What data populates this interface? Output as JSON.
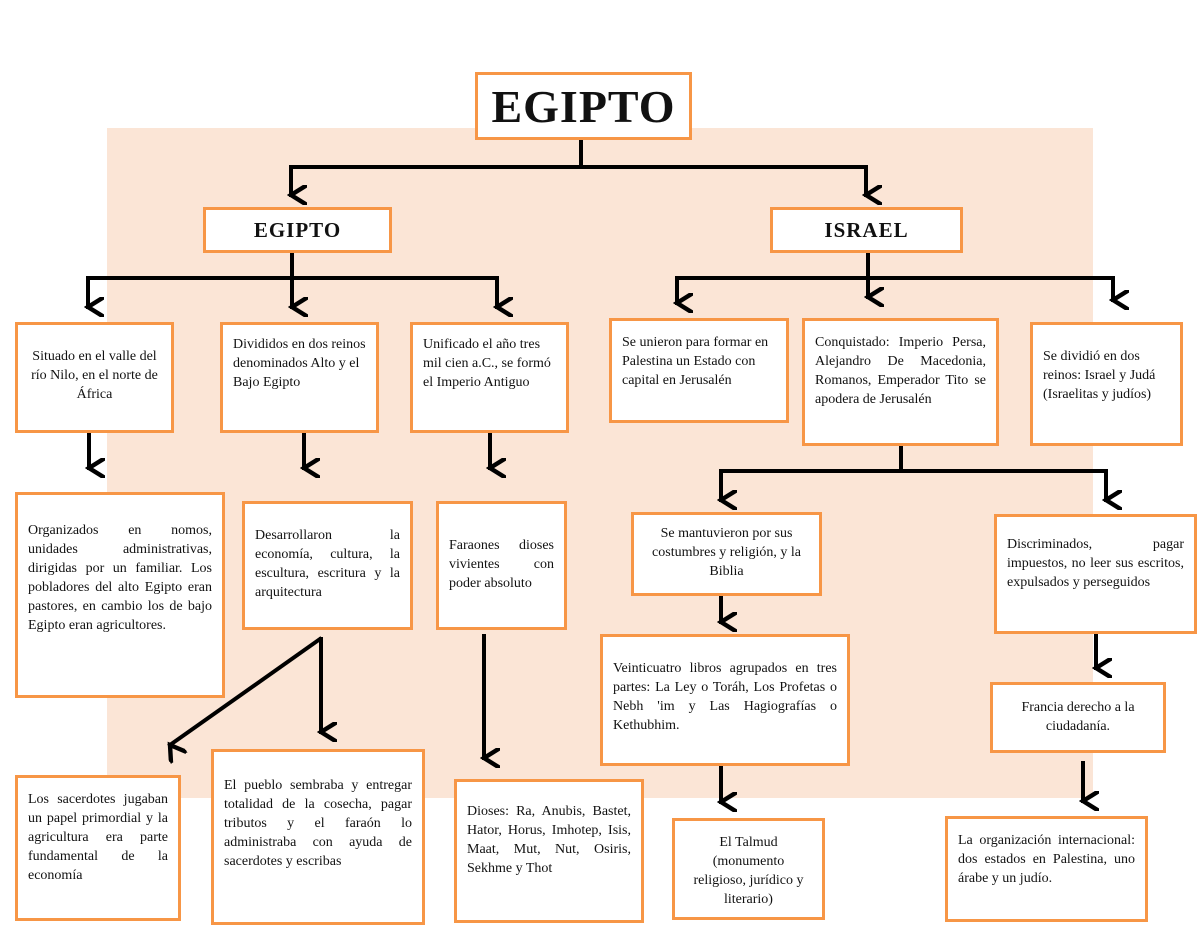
{
  "colors": {
    "border": "#f79646",
    "panel": "#fbe5d6",
    "connector": "#000000"
  },
  "title": "EGIPTO",
  "branches": {
    "left": {
      "label": "EGIPTO"
    },
    "right": {
      "label": "ISRAEL"
    }
  },
  "egipto": {
    "situado": "Situado en el valle del río Nilo, en el norte de África",
    "divididos": "Divididos en dos reinos denominados Alto y el Bajo Egipto",
    "unificado": "Unificado el año tres mil cien a.C., se formó el Imperio Antiguo",
    "organizados": "Organizados en nomos, unidades administrativas, dirigidas por un familiar. Los pobladores del alto Egipto eran pastores, en cambio los de bajo Egipto eran agricultores.",
    "desarrollaron": "Desarrollaron la economía, cultura, la escultura, escritura y la arquitectura",
    "faraones": "Faraones dioses vivientes con poder absoluto",
    "sacerdotes": "Los sacerdotes jugaban un papel primordial y la agricultura era parte fundamental de la economía",
    "pueblo": "El pueblo sembraba y entregar totalidad de la cosecha, pagar tributos y el faraón lo administraba con ayuda de sacerdotes y escribas",
    "dioses": "Dioses: Ra, Anubis, Bastet, Hator, Horus, Imhotep, Isis, Maat, Mut, Nut, Osiris, Sekhme y Thot"
  },
  "israel": {
    "unieron": "Se unieron para formar en Palestina un Estado con capital en Jerusalén",
    "conquistado": "Conquistado: Imperio Persa, Alejandro De Macedonia, Romanos, Emperador Tito se apodera de Jerusalén",
    "dividio": "Se dividió en dos reinos: Israel y Judá (Israelitas y judíos)",
    "mantuvieron": "Se mantuvieron por sus costumbres y religión, y la Biblia",
    "discriminados": "Discriminados, pagar impuestos, no leer sus escritos, expulsados y perseguidos",
    "veinticuatro": "Veinticuatro libros agrupados en tres partes: La Ley o Toráh, Los Profetas o Nebh 'im y Las Hagiografías o Kethubhim.",
    "francia": "Francia derecho a la ciudadanía.",
    "talmud": "El Talmud (monumento religioso, jurídico y literario)",
    "organizacion": "La organización internacional: dos estados en Palestina, uno árabe y un judío."
  }
}
